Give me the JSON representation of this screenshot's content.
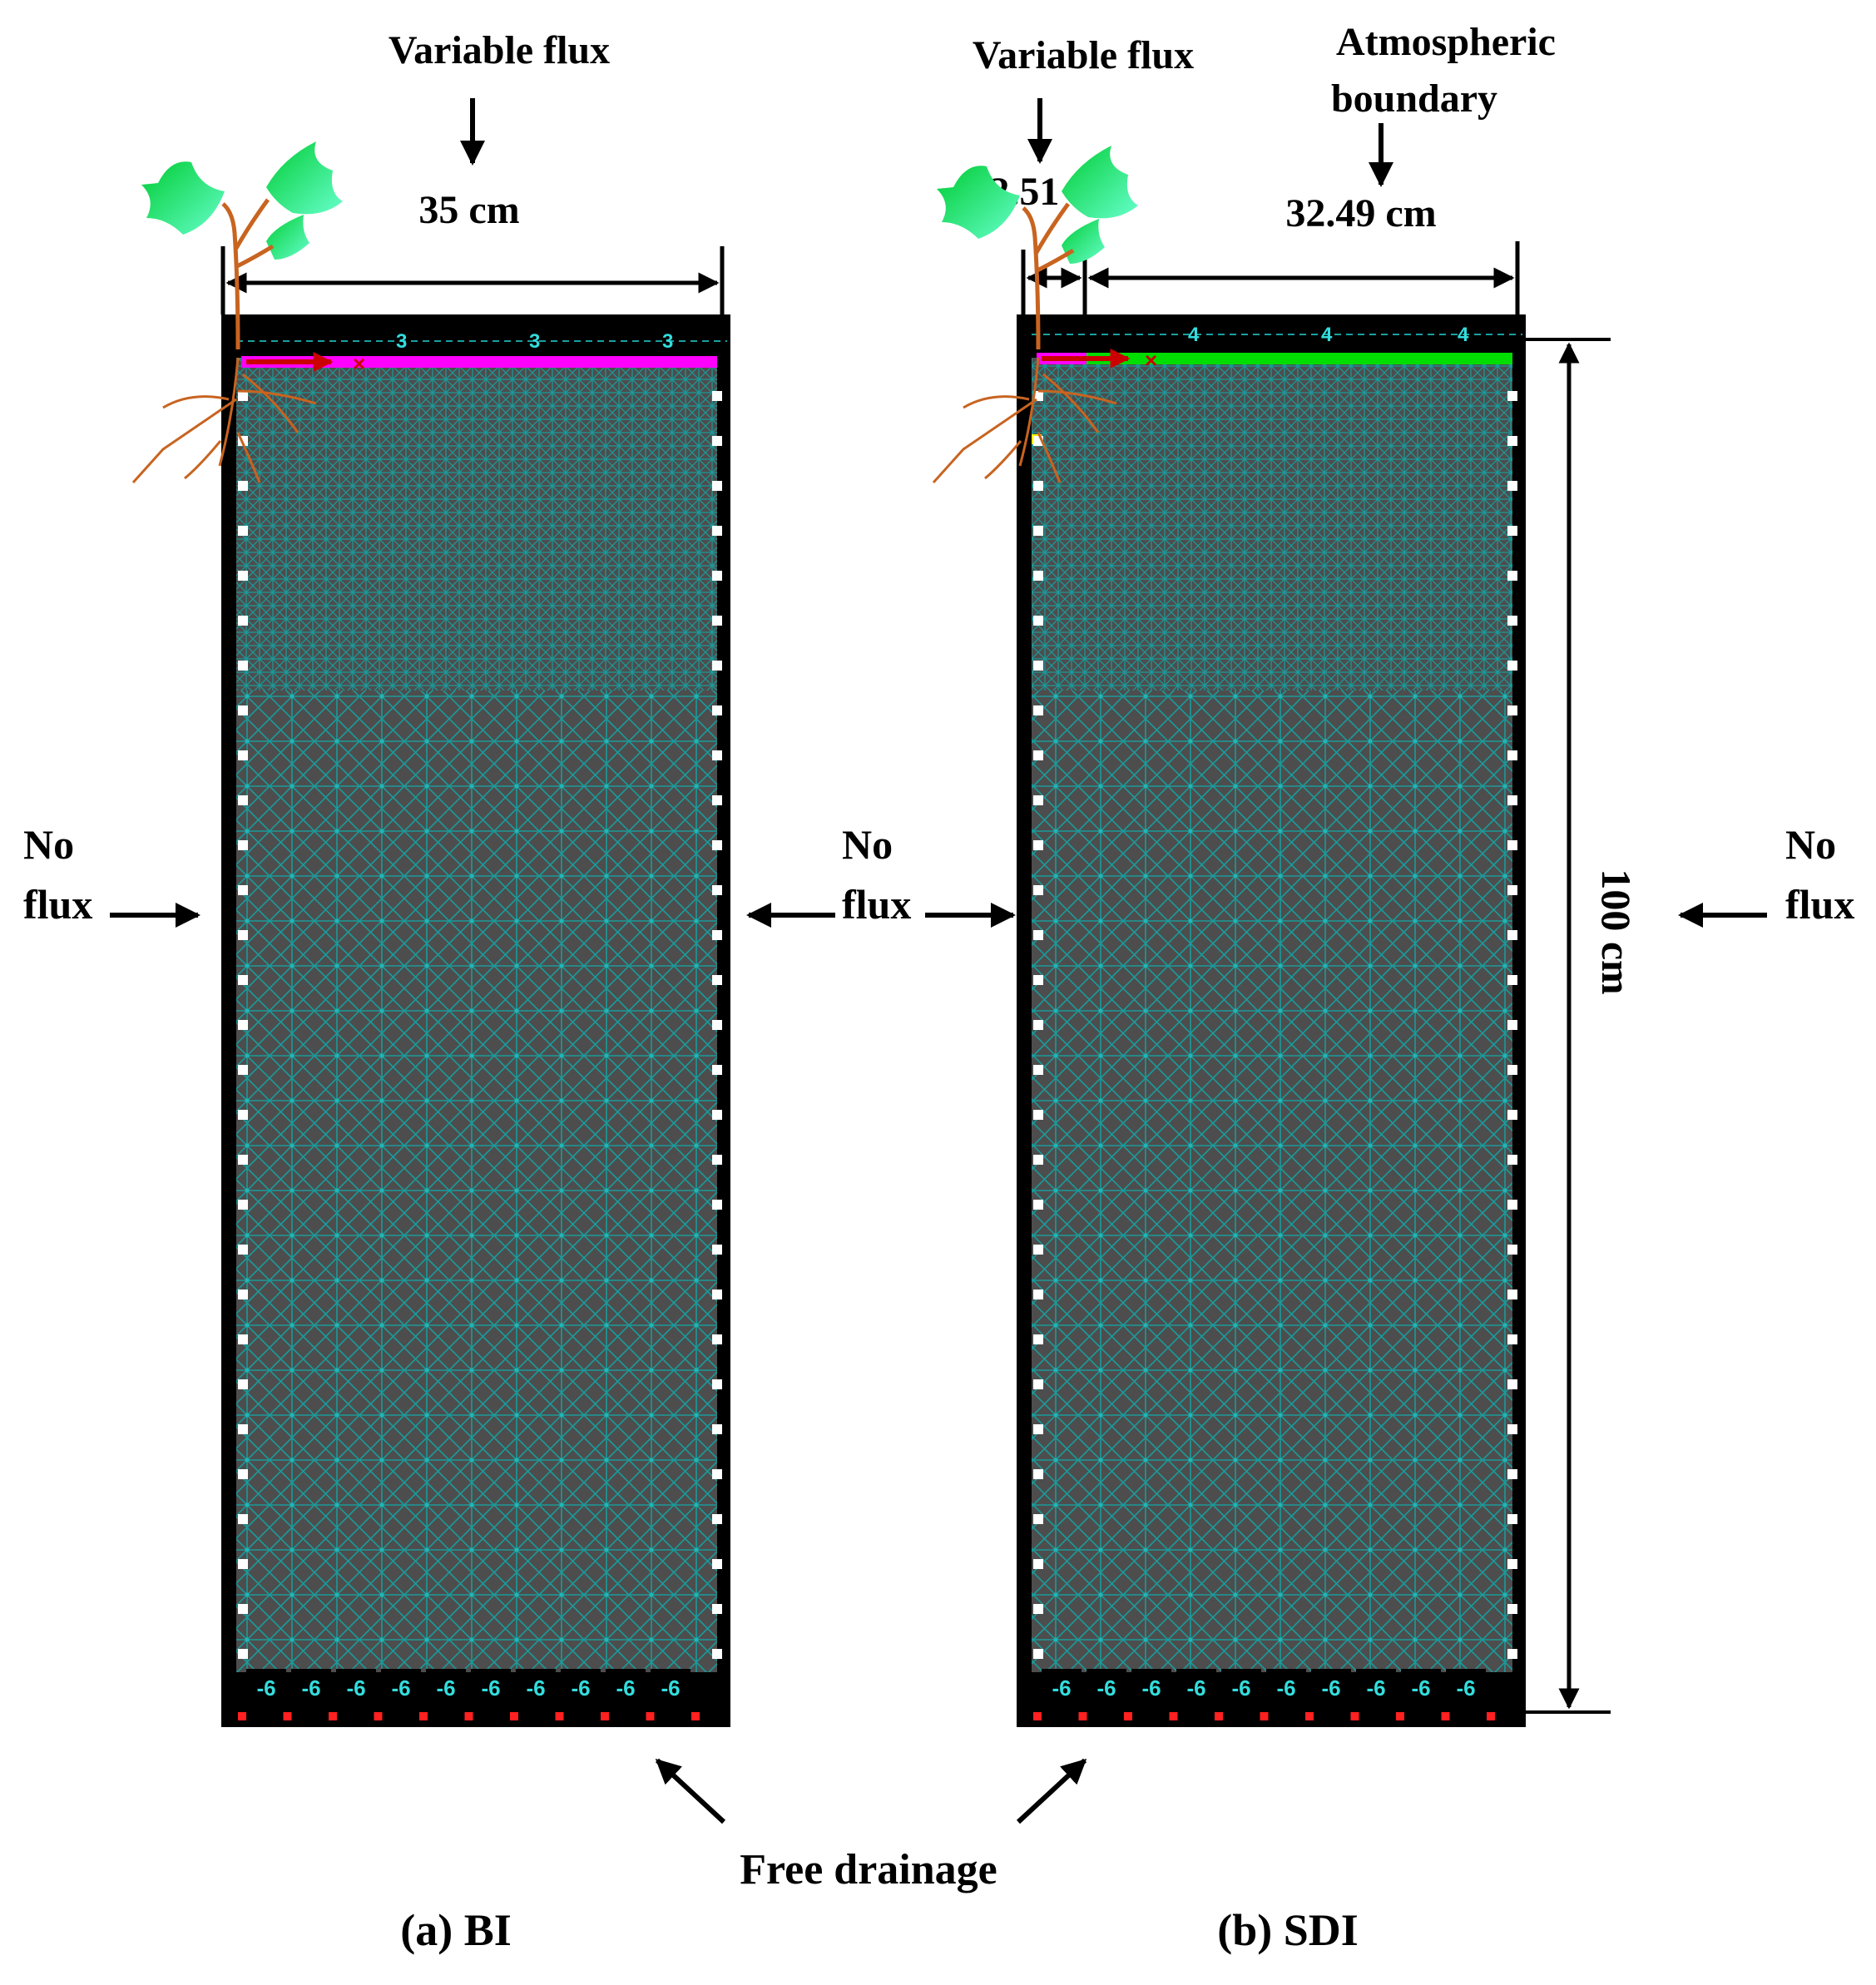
{
  "panel_a": {
    "top_label": "Variable flux",
    "width_label": "35 cm",
    "top_code": "3",
    "bottom_code": "-6",
    "caption": "(a) BI"
  },
  "panel_b": {
    "top_label_left": "Variable flux",
    "top_label_right_line1": "Atmospheric",
    "top_label_right_line2": "boundary",
    "width_left_label": "2.51 cm",
    "width_right_label": "32.49 cm",
    "top_code": "4",
    "bottom_code": "-6",
    "caption": "(b) SDI"
  },
  "side_labels": {
    "no_flux_line1": "No",
    "no_flux_line2": "flux"
  },
  "height_label": "100 cm",
  "bottom_label": "Free drainage",
  "colors": {
    "mesh": "#1a9a9a",
    "domain_fill": "#4d4d4d",
    "frame": "#000000",
    "bi_emitter_line": "#ff00ff",
    "sdi_atmospheric_line": "#00dd00",
    "drip_arrow": "#cc0000",
    "leaf": "#22dd55",
    "root": "#c86420",
    "code_text": "#33dddd",
    "drainage_node": "#ff2020",
    "side_node": "#ffffff"
  }
}
